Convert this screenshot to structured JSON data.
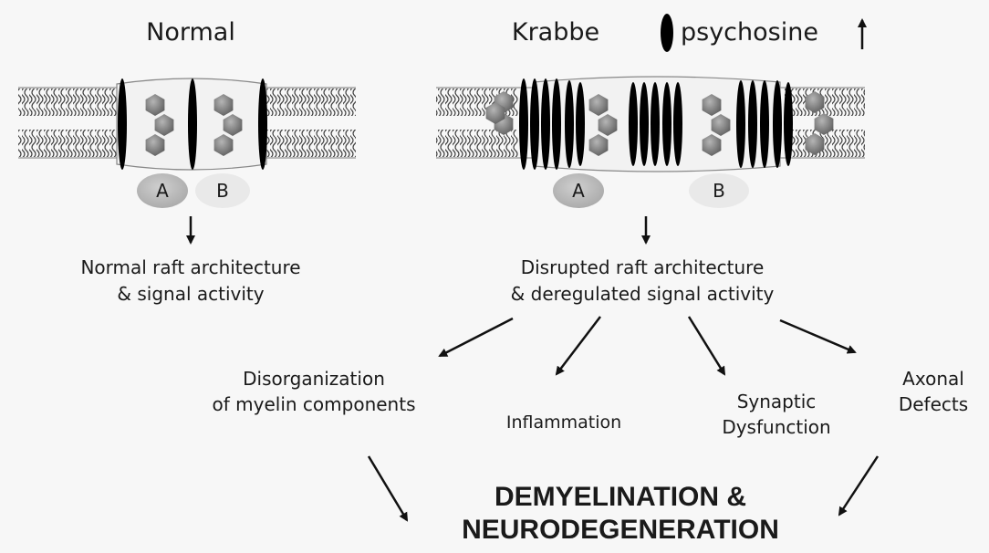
{
  "normal": {
    "title": "Normal",
    "protein_a": "A",
    "protein_b": "B",
    "outcome_line1": "Normal raft architecture",
    "outcome_line2": "& signal activity"
  },
  "krabbe": {
    "title": "Krabbe",
    "legend_label": "psychosine",
    "protein_a": "A",
    "protein_b": "B",
    "outcome_line1": "Disrupted raft architecture",
    "outcome_line2": "& deregulated signal activity"
  },
  "effects": {
    "disorganization_line1": "Disorganization",
    "disorganization_line2": "of myelin components",
    "inflammation": "Inflammation",
    "synaptic_line1": "Synaptic",
    "synaptic_line2": "Dysfunction",
    "axonal_line1": "Axonal",
    "axonal_line2": "Defects"
  },
  "result": {
    "line1": "DEMYELINATION &",
    "line2": "NEURODEGENERATION"
  },
  "colors": {
    "text": "#1a1a1a",
    "psychosine": "#000000",
    "hexagon": "#7a7a7a",
    "protein_a": "#b9b9b9",
    "protein_b": "#e9e9e9",
    "raft": "#f2f2f2",
    "background": "#f7f7f7"
  }
}
